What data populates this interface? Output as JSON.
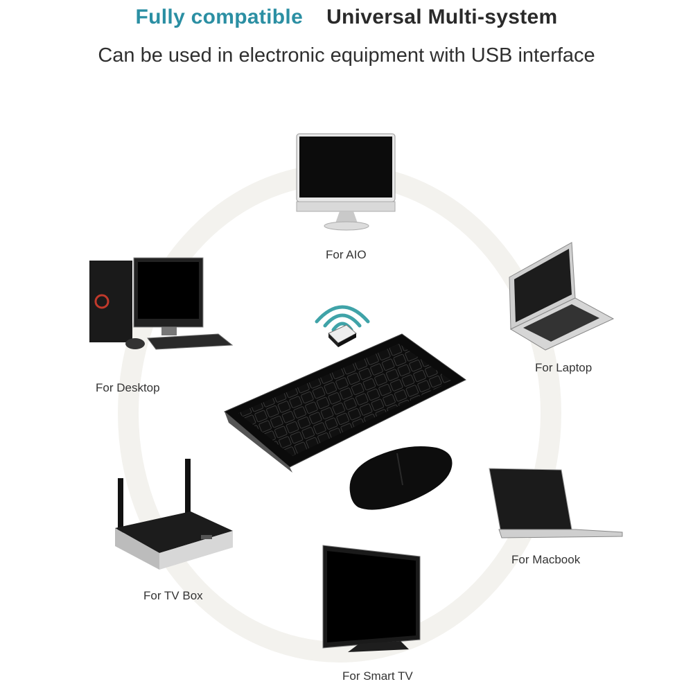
{
  "header": {
    "accent_title": "Fully compatible",
    "title": "Universal Multi-system",
    "subtitle": "Can be used in electronic equipment with USB interface"
  },
  "devices": [
    {
      "label": "For AIO",
      "icon": "all-in-one-computer-icon"
    },
    {
      "label": "For Laptop",
      "icon": "laptop-icon"
    },
    {
      "label": "For Desktop",
      "icon": "desktop-computer-icon"
    },
    {
      "label": "For Macbook",
      "icon": "macbook-icon"
    },
    {
      "label": "For TV Box",
      "icon": "tv-box-icon"
    },
    {
      "label": "For Smart TV",
      "icon": "smart-tv-icon"
    }
  ],
  "center_items": [
    "usb-receiver-icon",
    "wireless-signal-icon",
    "keyboard-icon",
    "mouse-icon"
  ],
  "colors": {
    "accent": "#2b8fa3",
    "text": "#2f2f2f",
    "ring": "#f3f2ee"
  }
}
